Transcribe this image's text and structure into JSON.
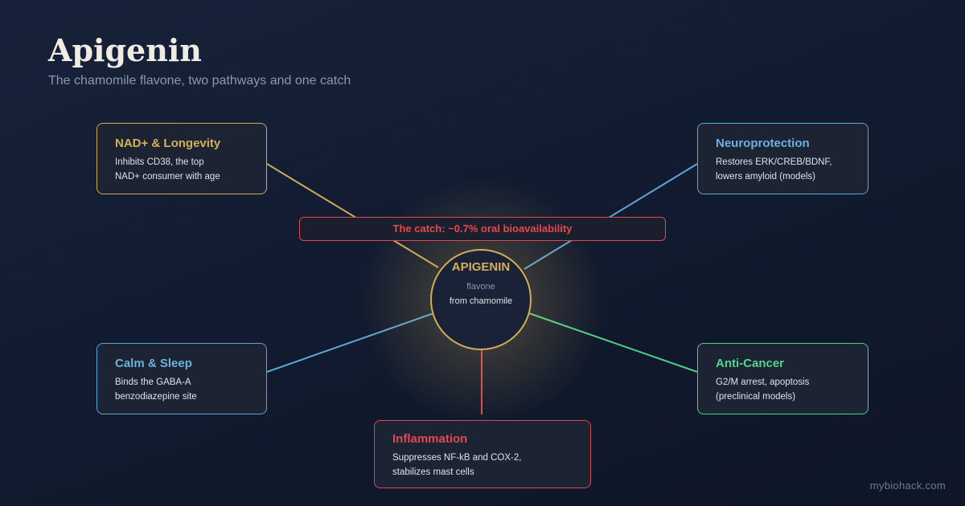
{
  "header": {
    "title": "Apigenin",
    "subtitle": "The chamomile flavone, two pathways and one catch"
  },
  "center": {
    "name": "APIGENIN",
    "type": "flavone",
    "source": "from chamomile"
  },
  "catch_label": "The catch: ~0.7% oral bioavailability",
  "cards": {
    "nad": {
      "title": "NAD+ & Longevity",
      "line1": "Inhibits CD38, the top",
      "line2": "NAD+ consumer with age"
    },
    "neuro": {
      "title": "Neuroprotection",
      "line1": "Restores ERK/CREB/BDNF,",
      "line2": "lowers amyloid (models)"
    },
    "calm": {
      "title": "Calm & Sleep",
      "line1": "Binds the GABA-A",
      "line2": "benzodiazepine site"
    },
    "cancer": {
      "title": "Anti-Cancer",
      "line1": "G2/M arrest, apoptosis",
      "line2": "(preclinical models)"
    },
    "inflammation": {
      "title": "Inflammation",
      "line1": "Suppresses NF-kB and COX-2,",
      "line2": "stabilizes mast cells"
    }
  },
  "colors": {
    "gold": "#d6b058",
    "blue": "#6db1e0",
    "green": "#55d48a",
    "red": "#e5484f"
  },
  "watermark": "mybiohack.com"
}
